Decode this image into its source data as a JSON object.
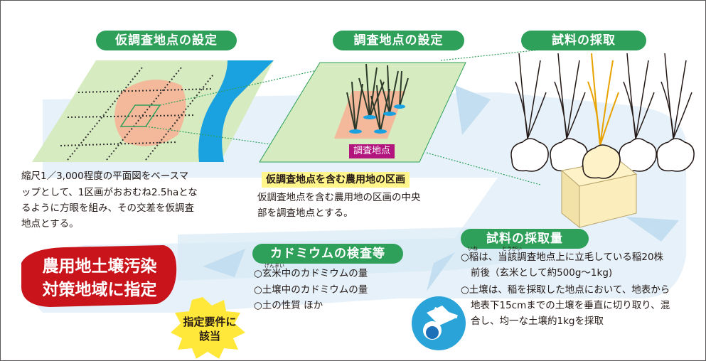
{
  "steps": {
    "provisional_point": "仮調査地点の設定",
    "survey_point": "調査地点の設定",
    "sampling": "試料の採取"
  },
  "provisional_desc": [
    "縮尺1／3,000程度の平面図をベースマ",
    "ップとして、1区画がおおむね2.5haとな",
    "るように方眼を組み、その交差を仮調査",
    "地点とする。"
  ],
  "survey_point_label": "調査地点",
  "farmland_heading": "仮調査地点を含む農用地の区画",
  "farmland_desc": [
    "仮調査地点を含む農用地の区画の中央",
    "部を調査地点とする。"
  ],
  "sampling_amount": {
    "title": "試料の採取量",
    "rice_line1": "○稲は、当該調査地点上に立毛している稲20株",
    "rice_line2": "前後（玄米として約500g～1kg)",
    "soil_line1": "○土壌は、稲を採取した地点において、地表から",
    "soil_line2": "地表下15cmまでの土壌を垂直に切り取り、混",
    "soil_line3": "合し、均一な土壌約1kgを採取",
    "ruby_ine": "いね",
    "ruby_tougai": "とうがい"
  },
  "inspection": {
    "title": "カドミウムの検査等",
    "items": [
      "○玄米中のカドミウムの量",
      "○土壌中のカドミウムの量",
      "○土の性質 ほか"
    ],
    "ruby_genmai": "げんまい"
  },
  "designation": {
    "line1": "農用地土壌汚染",
    "line2": "対策地域に指定"
  },
  "requirement": {
    "line1": "指定要件に",
    "line2": "該当"
  },
  "colors": {
    "pill_green": "#2ea05a",
    "flow_blue": "#dcecf6",
    "field_green": "#d6ecc0",
    "river_blue": "#1aa1e0",
    "highlight_yellow": "#fff58a",
    "magenta": "#b2167e",
    "red": "#c9141c"
  }
}
